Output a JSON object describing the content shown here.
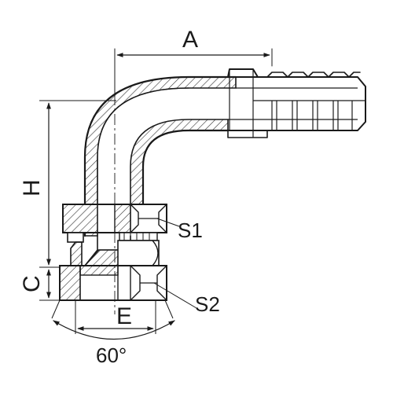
{
  "drawing": {
    "line_color": "#1a1a1a",
    "hatch_color": "#333333",
    "background": "#ffffff",
    "labels": {
      "A": "A",
      "H": "H",
      "C": "C",
      "E": "E",
      "S1": "S1",
      "S2": "S2",
      "angle": "60°"
    }
  }
}
